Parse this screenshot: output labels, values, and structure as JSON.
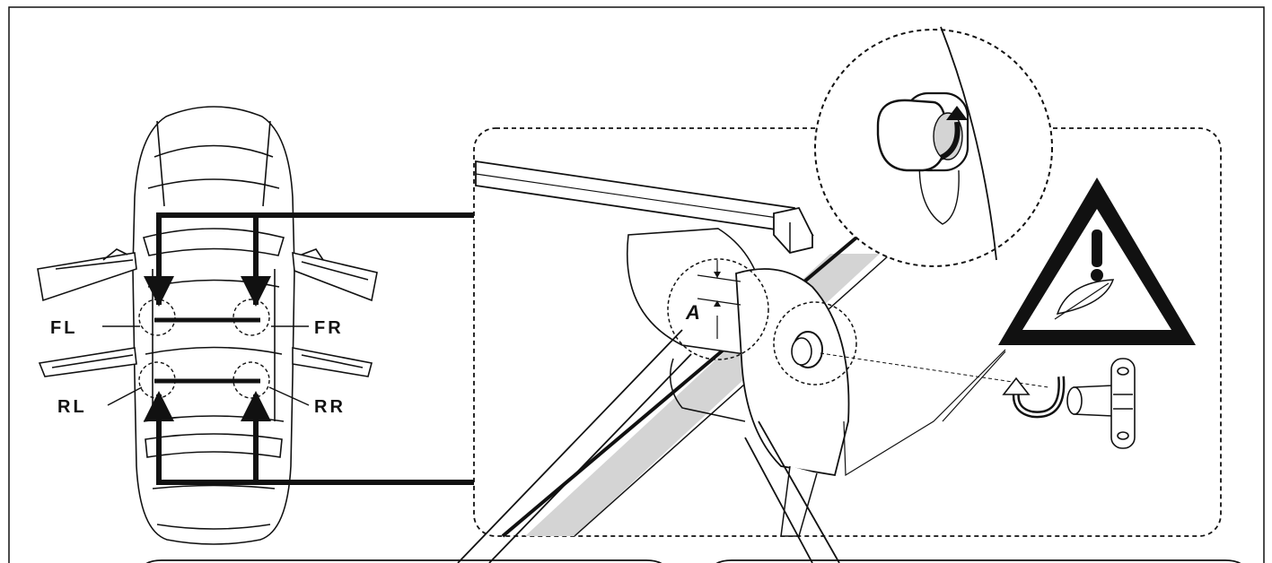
{
  "figure": {
    "position_labels": {
      "front_left": "FL",
      "front_right": "FR",
      "rear_left": "RL",
      "rear_right": "RR"
    },
    "dimension_label": "A",
    "icons": [
      "car-top-view-icon",
      "roof-bar-foot-icon",
      "lock-cap-icon",
      "warning-triangle-icon",
      "key-icon",
      "turn-arrow-icon"
    ],
    "colors": {
      "ink": "#111111",
      "rail_fill": "#d4d4d4",
      "background": "#ffffff"
    }
  }
}
